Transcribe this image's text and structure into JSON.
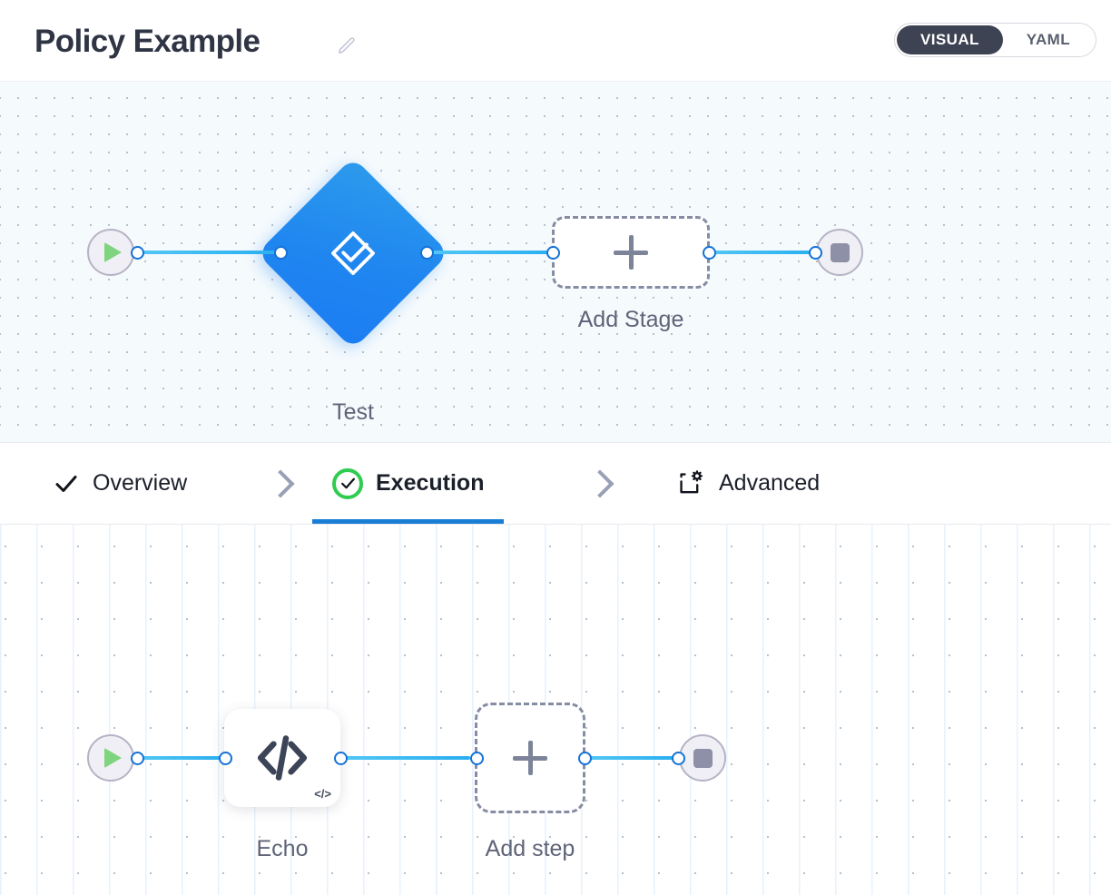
{
  "header": {
    "title": "Policy Example",
    "edit_icon": "pencil-icon",
    "mode_toggle": {
      "visual_label": "VISUAL",
      "yaml_label": "YAML",
      "active": "VISUAL"
    }
  },
  "tabs": [
    {
      "label": "Overview",
      "icon": "check-icon",
      "active": false
    },
    {
      "label": "Execution",
      "icon": "check-circle-icon",
      "active": true
    },
    {
      "label": "Advanced",
      "icon": "square-gear-icon",
      "active": false
    }
  ],
  "stage_canvas": {
    "start_node": {
      "icon": "play-icon"
    },
    "nodes": [
      {
        "label": "Test",
        "type": "diamond",
        "icon": "check-diamond-icon"
      }
    ],
    "add_button": {
      "label": "Add Stage",
      "icon": "plus-icon"
    },
    "end_node": {
      "icon": "stop-icon"
    }
  },
  "step_canvas": {
    "start_node": {
      "icon": "play-icon"
    },
    "nodes": [
      {
        "label": "Echo",
        "type": "card",
        "icon": "code-icon",
        "badge": "</>"
      }
    ],
    "add_button": {
      "label": "Add step",
      "icon": "plus-icon"
    },
    "end_node": {
      "icon": "stop-icon"
    }
  },
  "colors": {
    "accent_blue": "#1a7fd4",
    "edge_blue": "#2cb0f0",
    "node_blue": "#1f86f0",
    "success_green": "#2fcc4f",
    "play_green": "#7fd47f",
    "toggle_dark": "#3e4354",
    "label_gray": "#5f6478"
  }
}
